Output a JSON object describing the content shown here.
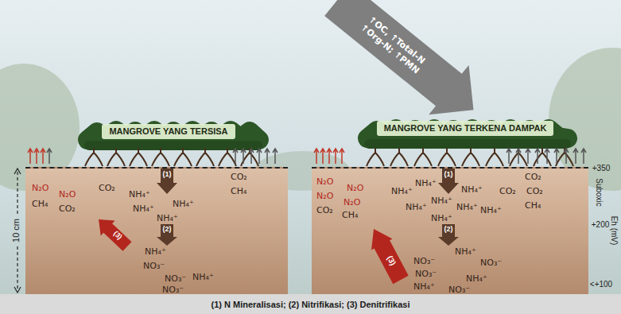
{
  "diagram": {
    "nodes": [
      {
        "text": [
          "MANGROVE YANG TERSISA"
        ]
      },
      {
        "text": [
          "N₂O",
          "N₂O",
          "CH₄",
          "CO₂",
          "CO₂",
          "NH₄⁺",
          "NH₄⁺",
          "NH₄⁺",
          "NH₄⁺",
          "CO₂",
          "CH₄",
          "NH₄⁺",
          "NO₃⁻",
          "NO₃⁻",
          "NH₄⁺",
          "NO₃⁻"
        ]
      },
      {
        "text": [
          "MANGROVE YANG TERKENA DAMPAK"
        ]
      },
      {
        "text": [
          "N₂O",
          "N₂O",
          "N₂O",
          "N₂O",
          "CO₂",
          "CH₄",
          "NH₄⁺",
          "NH₄⁺",
          "NH₄⁺",
          "NH₄⁺",
          "NH₄⁺",
          "NH₄⁺",
          "NH₄⁺",
          "NH₄⁺",
          "CO₂",
          "CO₂",
          "CO₂",
          "CH₄",
          "NH₄⁺",
          "NO₃⁻",
          "NO₃⁻",
          "NO₃⁻",
          "NH₄⁺",
          "NH₄⁺",
          "NO₃⁻"
        ]
      },
      {
        "text": [
          "↑OC, ↑Total-N",
          "↑Org-N; ↑PMN"
        ]
      },
      {
        "text": [
          "(1) N Mineralisasi; (2) Nitrifikasi; (3) Denitrifikasi"
        ]
      }
    ],
    "labels": [
      "10 cm",
      "(1)",
      "(2)",
      "(3)",
      "(1)",
      "(2)",
      "(3)",
      "+350",
      "+200",
      "<+100",
      "Suboxic",
      "Eh (mV)"
    ]
  }
}
